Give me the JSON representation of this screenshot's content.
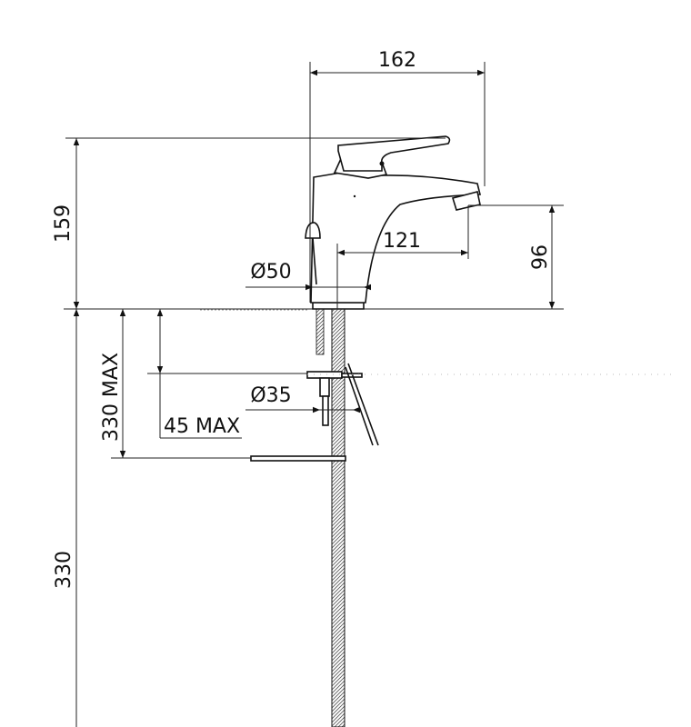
{
  "dimensions": {
    "overall_width": "162",
    "overall_height": "159",
    "spout_height": "96",
    "spout_reach": "121",
    "body_diameter": "Ø50",
    "hole_diameter": "Ø35",
    "deck_thickness_max": "45 MAX",
    "rod_length_max": "330 MAX",
    "hose_length": "330"
  },
  "colors": {
    "line": "#111111",
    "background": "#ffffff",
    "hatch": "#555555"
  }
}
